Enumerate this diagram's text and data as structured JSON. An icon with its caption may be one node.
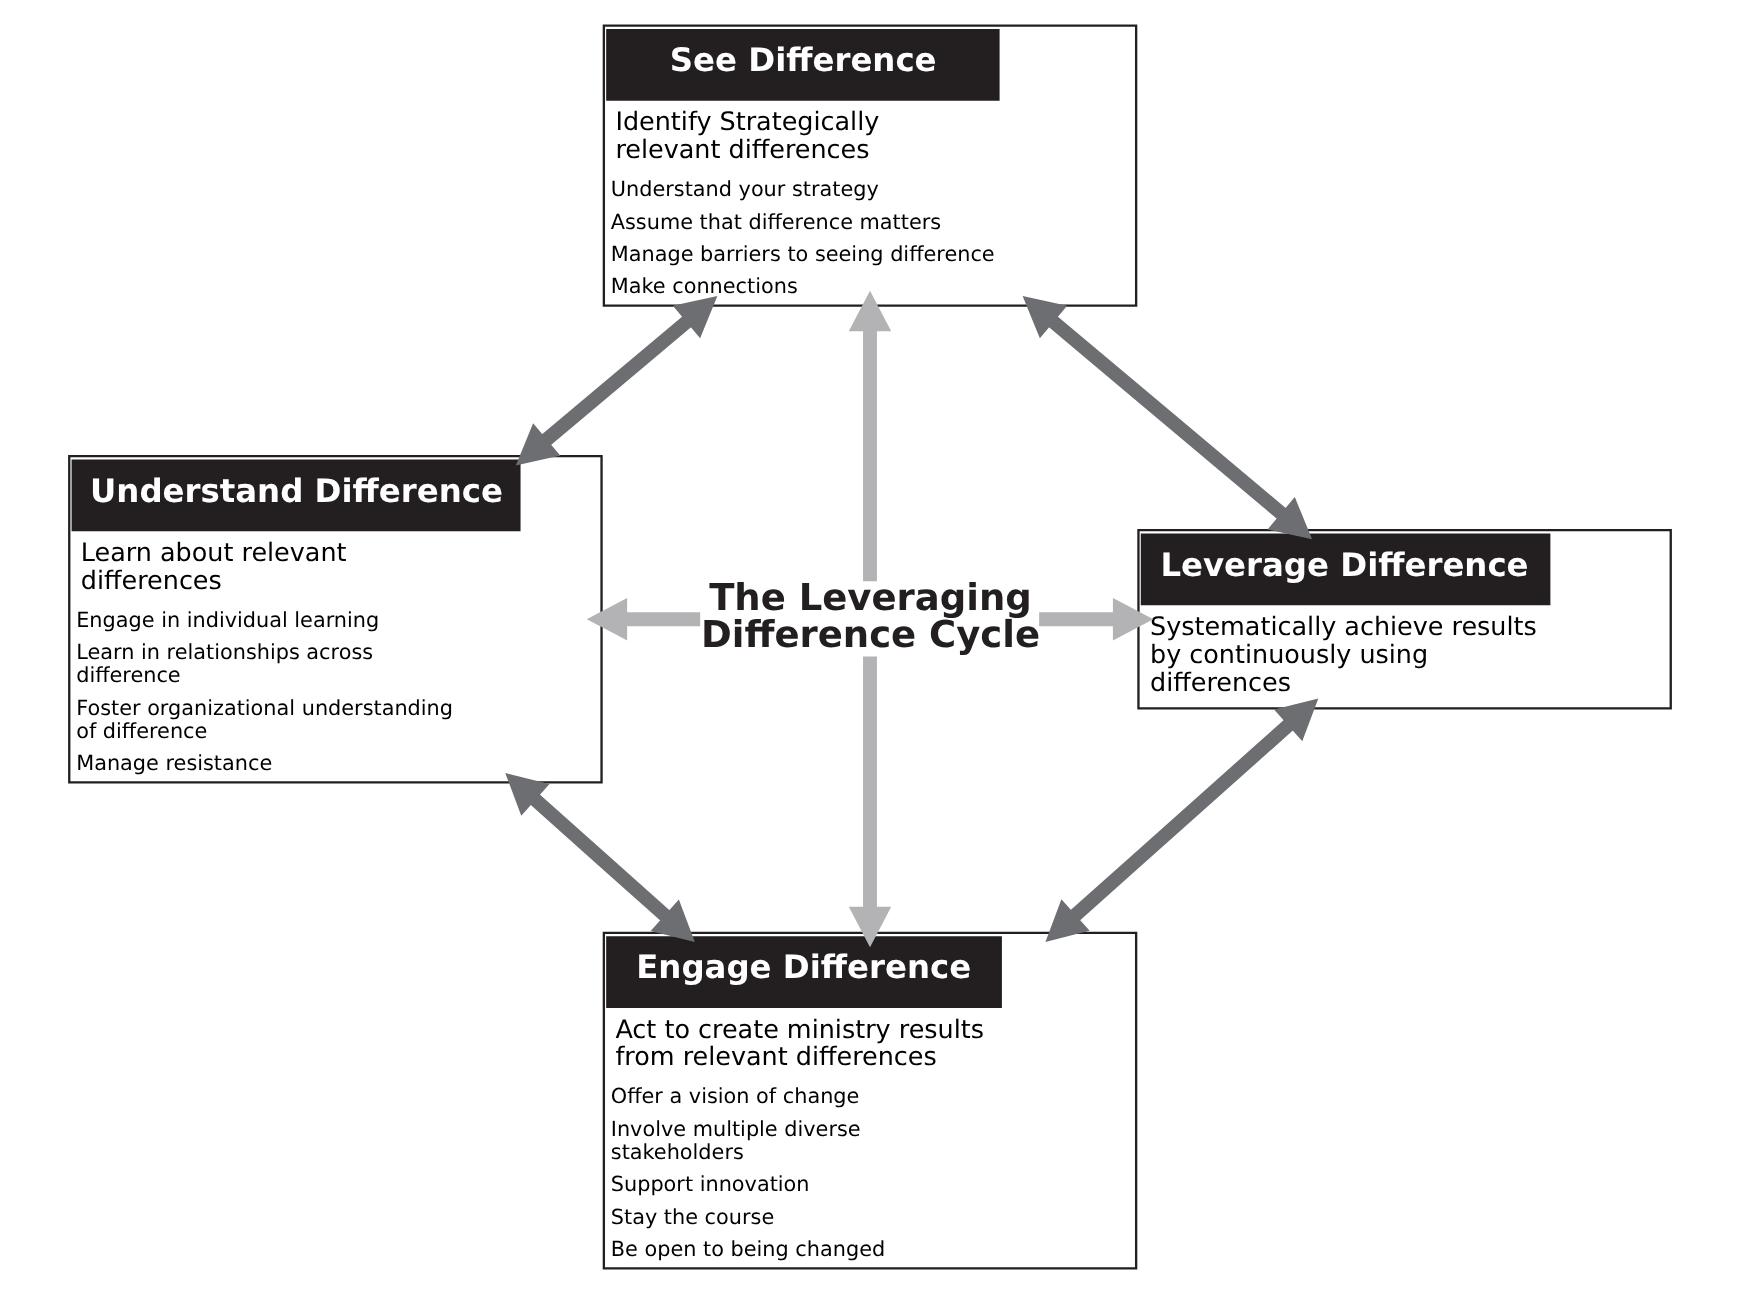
{
  "diagram": {
    "nodes": [
      {
        "text": [
          "See Difference",
          "Identify Strategically relevant differences",
          "Understand your strategy",
          "Assume that difference matters",
          "Manage barriers to seeing difference",
          "Make connections"
        ]
      },
      {
        "text": [
          "Understand Difference",
          "Learn about relevant differences",
          "Engage in individual learning",
          "Learn in relationships across difference",
          "Foster organizational understanding of difference",
          "Manage resistance"
        ]
      },
      {
        "text": [
          "The Leveraging Difference Cycle"
        ]
      },
      {
        "text": [
          "Leverage Difference",
          "Systematically achieve results by continuously using differences"
        ]
      },
      {
        "text": [
          "Engage Difference",
          "Act to create ministry results from relevant differences",
          "Offer a vision of change",
          "Involve multiple diverse stakeholders",
          "Support innovation",
          "Stay the course",
          "Be open to being changed"
        ]
      }
    ],
    "edges": [
      {
        "from": 2,
        "to": 0,
        "arrow": "to",
        "color": "#b3b3b5"
      },
      {
        "from": 2,
        "to": 1,
        "arrow": "to",
        "color": "#b3b3b5"
      },
      {
        "from": 2,
        "to": 3,
        "arrow": "to",
        "color": "#b3b3b5"
      },
      {
        "from": 2,
        "to": 4,
        "arrow": "to",
        "color": "#b3b3b5"
      },
      {
        "from": 0,
        "to": 1,
        "arrow": "both"
      },
      {
        "from": 0,
        "to": 3,
        "arrow": "both"
      },
      {
        "from": 1,
        "to": 4,
        "arrow": "both"
      },
      {
        "from": 3,
        "to": 4,
        "arrow": "both"
      }
    ]
  }
}
